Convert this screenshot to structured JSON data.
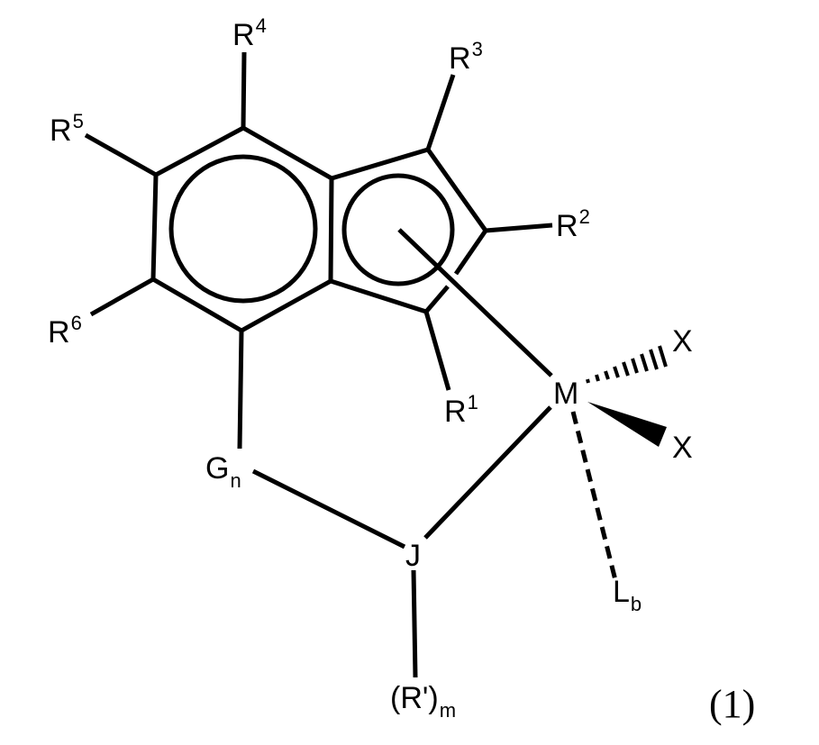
{
  "diagram": {
    "type": "chemical-structure",
    "description": "Indenyl metal complex with bridging group",
    "equation_number": "(1)",
    "colors": {
      "stroke": "#000000",
      "background": "#ffffff"
    },
    "labels": {
      "R1": {
        "base": "R",
        "sup": "1"
      },
      "R2": {
        "base": "R",
        "sup": "2"
      },
      "R3": {
        "base": "R",
        "sup": "3"
      },
      "R4": {
        "base": "R",
        "sup": "4"
      },
      "R5": {
        "base": "R",
        "sup": "5"
      },
      "R6": {
        "base": "R",
        "sup": "6"
      },
      "M": {
        "base": "M"
      },
      "X_top": {
        "base": "X"
      },
      "X_bottom": {
        "base": "X"
      },
      "L": {
        "base": "L",
        "sub": "b"
      },
      "G": {
        "base": "G",
        "sub": "n"
      },
      "J": {
        "base": "J"
      },
      "Rprime": {
        "base": "(R')",
        "sub": "m"
      }
    },
    "bonds": [
      "R4-C4",
      "R5-C5",
      "R6-C6",
      "C7-G",
      "R3-C3",
      "R2-C2",
      "R1-C1",
      "ring-centroid-M (eta5)",
      "M-X (hashed wedge)",
      "M-X (solid wedge)",
      "M-L (dashed)",
      "G-J",
      "J-M",
      "J-(R')m"
    ]
  }
}
